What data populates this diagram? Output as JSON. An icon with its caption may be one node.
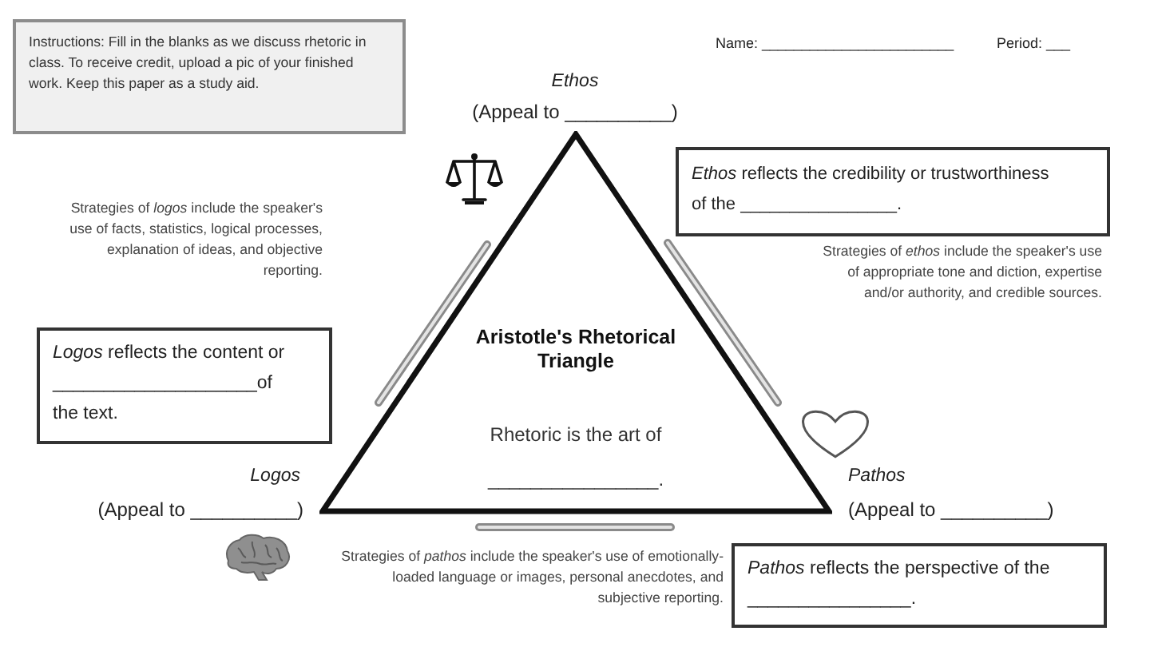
{
  "diagram": {
    "nodes": [
      {
        "text": [
          "Instructions: Fill in the blanks as we discuss rhetoric in class. To receive credit, upload a pic of your finished work. Keep this paper as a study aid."
        ]
      },
      {
        "text": [
          "Aristotle's Rhetorical Triangle",
          "Rhetoric is the art of ________________."
        ]
      },
      {
        "text": [
          "*Ethos* reflects the credibility or trustworthiness of the ________________."
        ]
      },
      {
        "text": [
          "*Logos* reflects the content or ____________________of the text."
        ]
      },
      {
        "text": [
          "*Pathos* reflects the perspective of the ________________."
        ]
      }
    ],
    "labels": [
      "Name: ________________________",
      "Period: ___",
      "Ethos",
      "(Appeal to __________)",
      "Strategies of *logos* include the speaker's use of facts, statistics, logical processes, explanation of ideas, and objective reporting.",
      "Strategies of *ethos* include the speaker's use of appropriate tone and diction, expertise and/or authority, and credible sources.",
      "Logos",
      "Pathos",
      "(Appeal to __________)",
      "(Appeal to __________)",
      "Strategies of *pathos* include the speaker's use of emotionally-loaded language or images, personal anecdotes, and subjective reporting."
    ]
  }
}
